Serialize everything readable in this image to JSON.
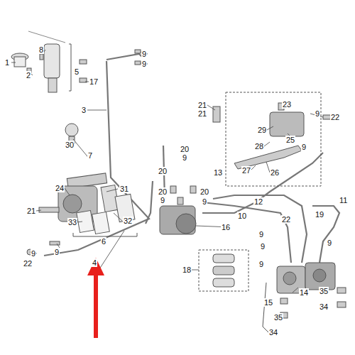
{
  "diagram": {
    "labels": [
      "1",
      "8",
      "2",
      "5",
      "17",
      "9",
      "9",
      "3",
      "30",
      "7",
      "24",
      "31",
      "21",
      "33",
      "32",
      "6",
      "4",
      "9",
      "9",
      "22",
      "20",
      "9",
      "20",
      "20",
      "9",
      "20",
      "9",
      "16",
      "18",
      "21",
      "21",
      "23",
      "29",
      "28",
      "25",
      "27",
      "26",
      "13",
      "9",
      "9",
      "22",
      "12",
      "11",
      "10",
      "22",
      "19",
      "9",
      "9",
      "9",
      "9",
      "14",
      "35",
      "15",
      "35",
      "34",
      "34"
    ]
  }
}
